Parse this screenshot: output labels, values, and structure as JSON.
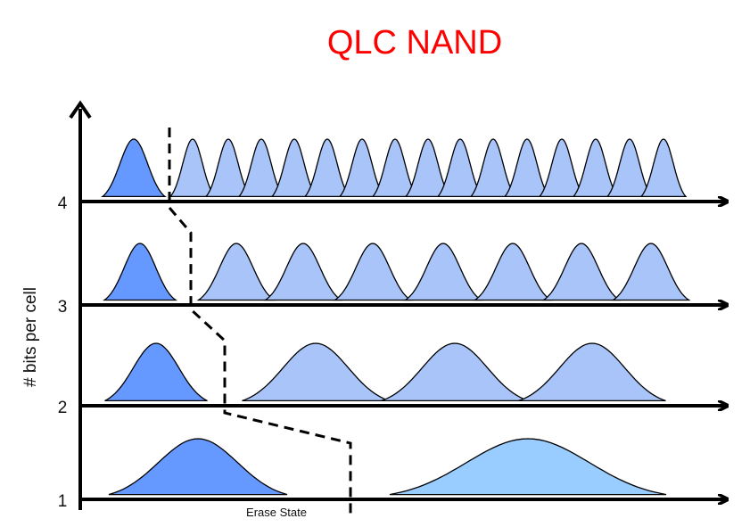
{
  "title": "QLC NAND",
  "y_axis_label": "# bits per cell",
  "erase_label": "Erase State",
  "colors": {
    "title": "#ff0000",
    "erase_fill": "#6699ff",
    "state_fill": "#a8c4f8",
    "slc_state_fill": "#99ccff",
    "axis": "#000000"
  },
  "rows": [
    {
      "label": "4",
      "states": 16
    },
    {
      "label": "3",
      "states": 8
    },
    {
      "label": "2",
      "states": 4
    },
    {
      "label": "1",
      "states": 2
    }
  ]
}
